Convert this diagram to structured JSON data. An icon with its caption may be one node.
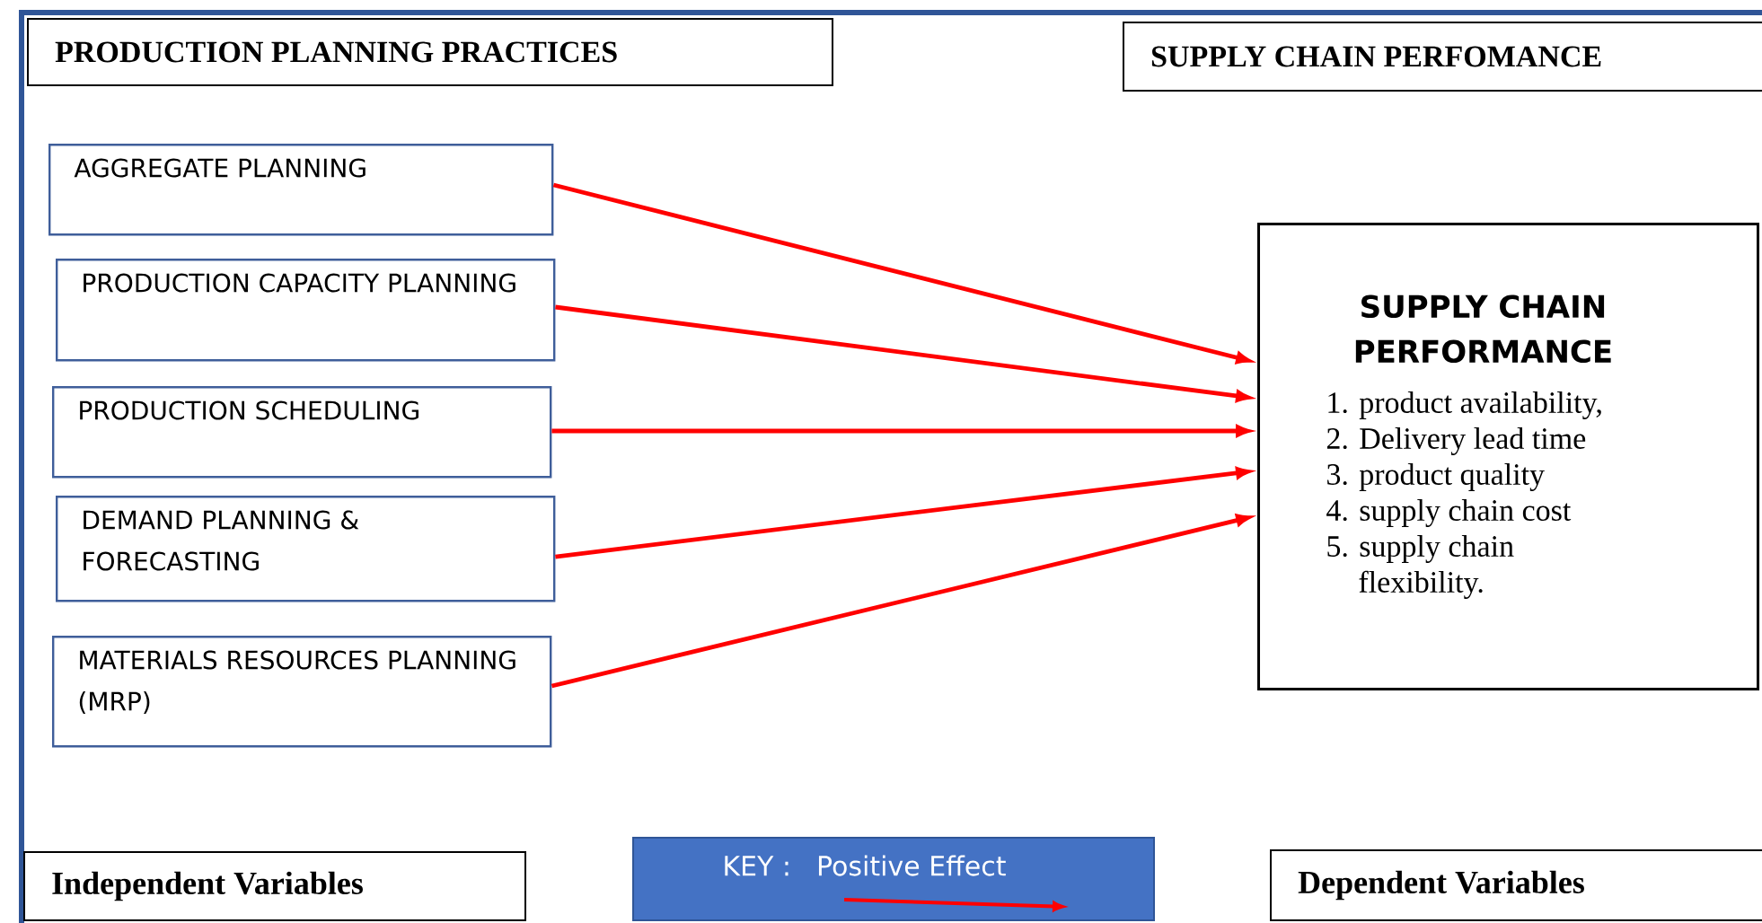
{
  "diagram": {
    "nodes": [
      {
        "text": [
          "PRODUCTION PLANNING PRACTICES"
        ]
      },
      {
        "text": [
          "SUPPLY CHAIN PERFOMANCE"
        ]
      },
      {
        "text": [
          "AGGREGATE PLANNING"
        ]
      },
      {
        "text": [
          "PRODUCTION CAPACITY PLANNING"
        ]
      },
      {
        "text": [
          "PRODUCTION SCHEDULING"
        ]
      },
      {
        "text": [
          "DEMAND PLANNING & FORECASTING"
        ]
      },
      {
        "text": [
          "MATERIALS RESOURCES PLANNING (MRP)"
        ]
      },
      {
        "text": [
          "SUPPLY CHAIN PERFORMANCE",
          "1. product availability,",
          "2. Delivery lead time",
          "3. product quality",
          "4. supply chain cost",
          "5. supply chain flexibility."
        ]
      },
      {
        "text": [
          "Independent Variables"
        ]
      },
      {
        "text": [
          "KEY :",
          "Positive Effect"
        ]
      },
      {
        "text": [
          "Dependent Variables"
        ]
      }
    ],
    "edges": [
      {
        "from": 2,
        "to": 7,
        "arrow": "to",
        "color": "#ff0000"
      },
      {
        "from": 3,
        "to": 7,
        "arrow": "to",
        "color": "#ff0000"
      },
      {
        "from": 4,
        "to": 7,
        "arrow": "to",
        "color": "#ff0000"
      },
      {
        "from": 5,
        "to": 7,
        "arrow": "to",
        "color": "#ff0000"
      },
      {
        "from": 6,
        "to": 7,
        "arrow": "to",
        "color": "#ff0000"
      }
    ]
  }
}
